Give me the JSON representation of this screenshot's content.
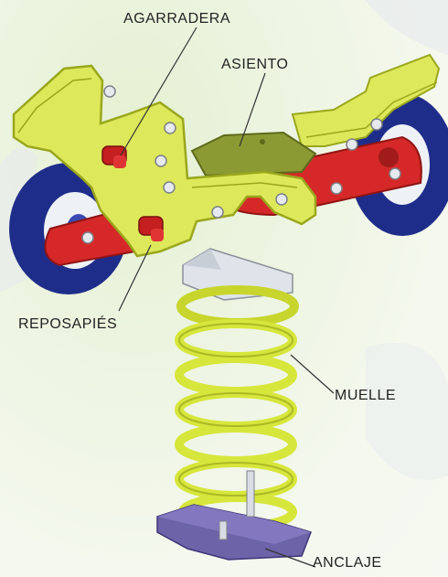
{
  "labels": {
    "grip": "AGARRADERA",
    "seat": "ASIENTO",
    "footrest": "REPOSAPIÉS",
    "spring": "MUELLE",
    "anchor": "ANCLAJE"
  },
  "colors": {
    "frame": "#dde85a",
    "frame_edge": "#9aa71c",
    "seat": "#8c9a34",
    "red_arm": "#d62828",
    "wheel": "#1f2d8a",
    "wheel_rim": "#3b4ab3",
    "spring": "#d7e63b",
    "anchor": "#6d63a8",
    "background": "#eef5e3"
  }
}
